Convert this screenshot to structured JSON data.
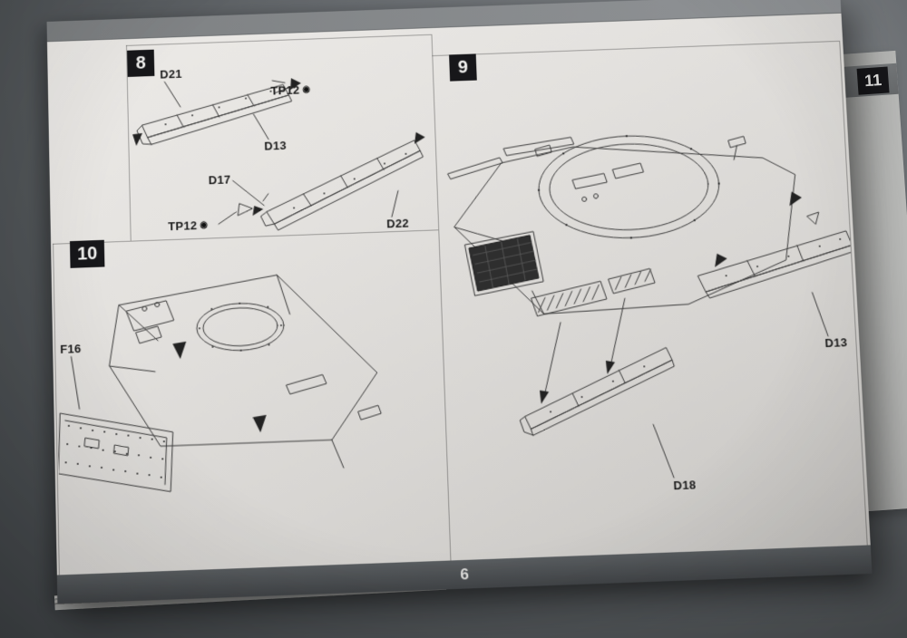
{
  "page": {
    "number": "6"
  },
  "steps": {
    "s8": {
      "number": "8"
    },
    "s9": {
      "number": "9"
    },
    "s10": {
      "number": "10"
    },
    "s11": {
      "number": "11"
    }
  },
  "labels": {
    "s8_d21": "D21",
    "s8_tp12a": "TP12",
    "s8_d13": "D13",
    "s8_d17": "D17",
    "s8_tp12b": "TP12",
    "s8_d22": "D22",
    "s9_d13": "D13",
    "s9_d18": "D18",
    "s10_f16": "F16"
  },
  "icons": {
    "polycap_glyph": "◉"
  },
  "colors": {
    "desk": "#5a5e62",
    "paper": "#dcdbd8",
    "header_band": "#85888a",
    "step_box": "#17171a",
    "footer_band": "#4c5053",
    "ink": "#3a3a3a"
  }
}
